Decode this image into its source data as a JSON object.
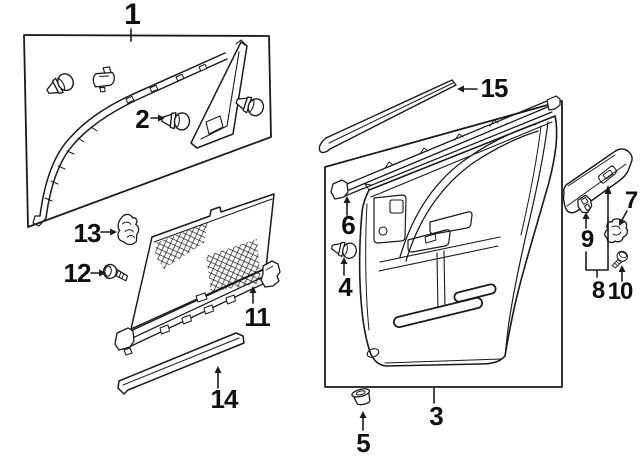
{
  "figure": {
    "kind": "exploded-parts-diagram",
    "description": "Door trim exploded view line drawing",
    "colors": {
      "background": "#ffffff",
      "line": "#1b1b1b",
      "label": "#101010"
    }
  },
  "callouts": {
    "c1": "1",
    "c2": "2",
    "c3": "3",
    "c4": "4",
    "c5": "5",
    "c6": "6",
    "c7": "7",
    "c8": "8",
    "c9": "9",
    "c10": "10",
    "c11": "11",
    "c12": "12",
    "c13": "13",
    "c14": "14",
    "c15": "15"
  }
}
